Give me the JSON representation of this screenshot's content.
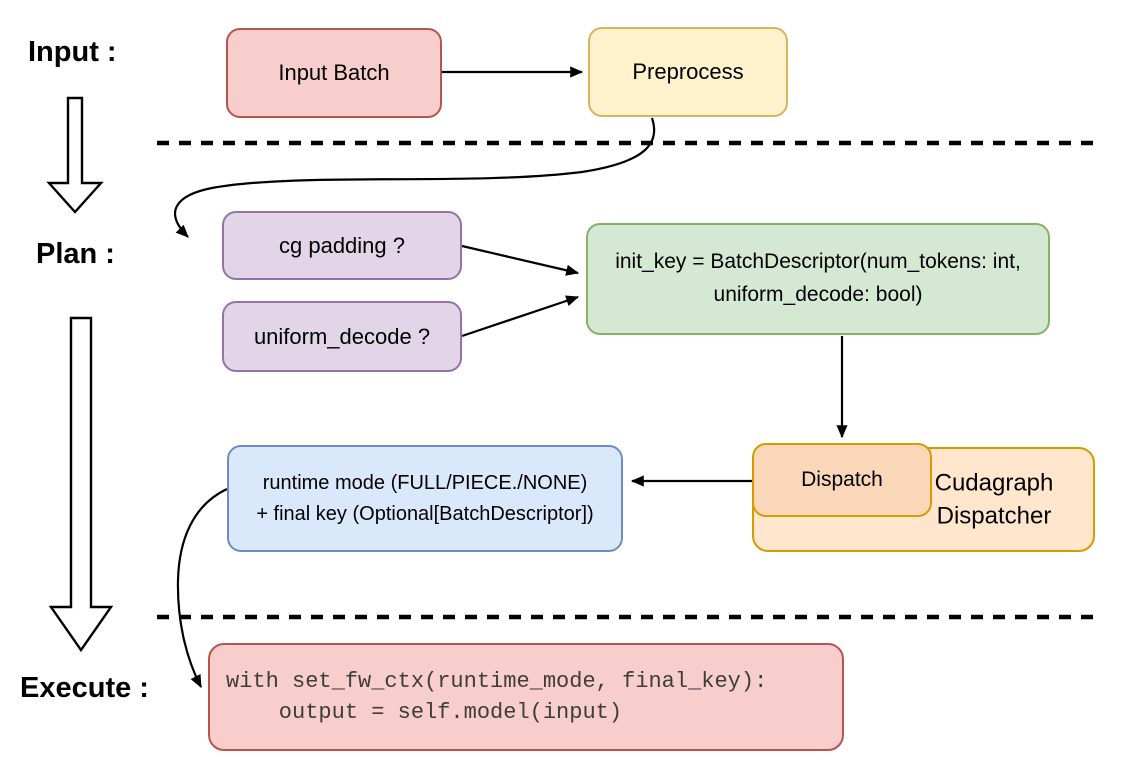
{
  "stages": {
    "input_label": "Input :",
    "plan_label": "Plan :",
    "execute_label": "Execute :"
  },
  "nodes": {
    "input_batch": {
      "label": "Input Batch"
    },
    "preprocess": {
      "label": "Preprocess"
    },
    "cg_padding": {
      "label": "cg padding ?"
    },
    "uniform_decode": {
      "label": "uniform_decode ?"
    },
    "init_key": {
      "line1": "init_key = BatchDescriptor(num_tokens: int,",
      "line2": "uniform_decode: bool)"
    },
    "dispatch": {
      "label": "Dispatch"
    },
    "cudagraph_dispatcher": {
      "line1": "Cudagraph",
      "line2": "Dispatcher"
    },
    "runtime_mode": {
      "line1": "runtime mode (FULL/PIECE./NONE)",
      "line2": "+ final key (Optional[BatchDescriptor])"
    },
    "execute_code": {
      "line1": "with set_fw_ctx(runtime_mode, final_key):",
      "line2": "    output = self.model(input)"
    }
  },
  "colors": {
    "red_fill": "#f8cecc",
    "red_stroke": "#b85450",
    "yellow_fill": "#fff2cc",
    "yellow_stroke": "#d6b656",
    "purple_fill": "#e1d5e7",
    "purple_stroke": "#9673a6",
    "green_fill": "#d5e8d4",
    "green_stroke": "#82b366",
    "blue_fill": "#dae8fc",
    "blue_stroke": "#6c8ebf",
    "orange_fill": "#ffe6cc",
    "orange_inner_fill": "#fad7b8",
    "orange_stroke": "#d79b00",
    "line": "#000000"
  }
}
